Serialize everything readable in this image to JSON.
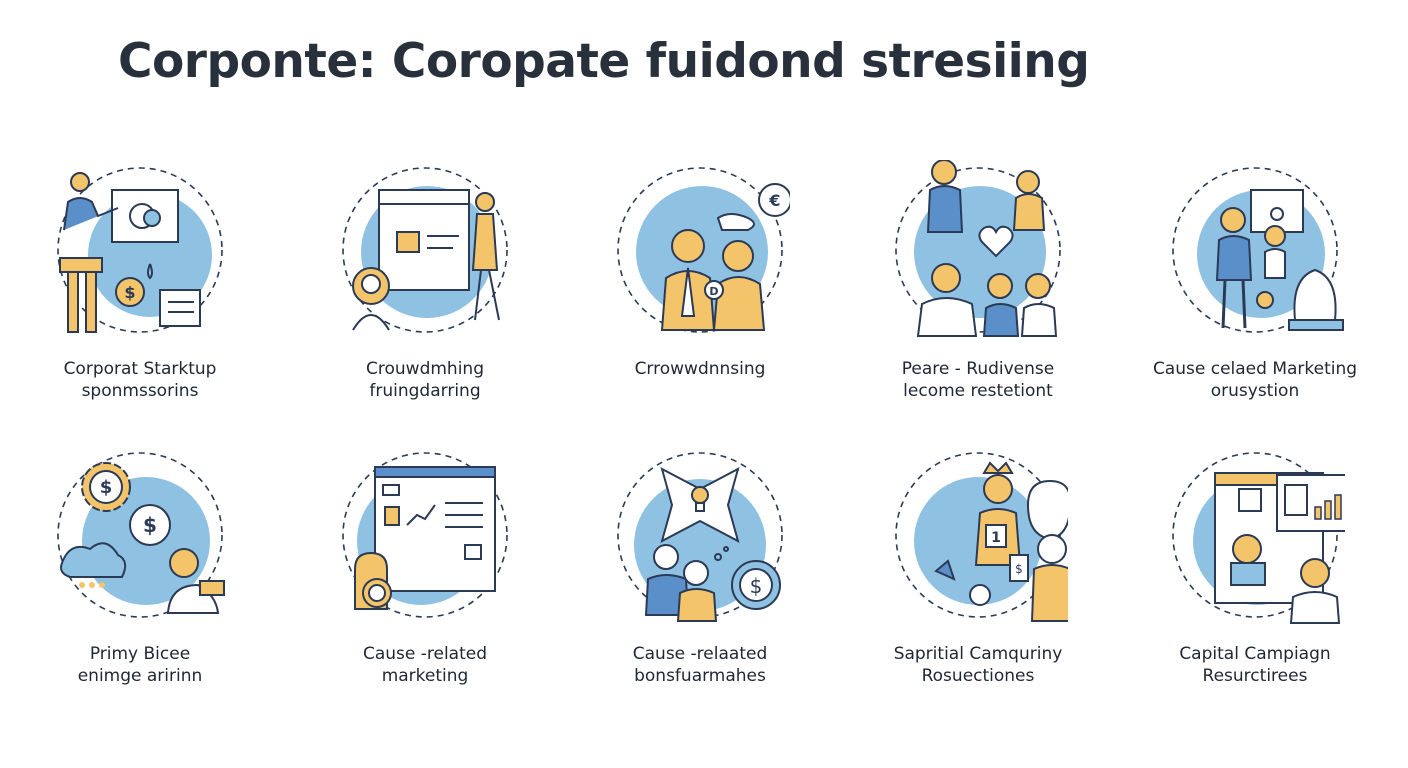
{
  "page": {
    "title": "Corponte: Coropate fuidond stresiing"
  },
  "colors": {
    "accent_blue": "#8fc1e3",
    "accent_yellow": "#f4c46a",
    "outline": "#2b3a55"
  },
  "items": [
    {
      "line1": "Corporat Starktup",
      "line2": "sponmssorins",
      "icon": "presentation-icon"
    },
    {
      "line1": "Crouwdmhing",
      "line2": "fruingdarring",
      "icon": "whiteboard-icon"
    },
    {
      "line1": "Crrowwdnnsing",
      "line2": "",
      "icon": "handshake-icon"
    },
    {
      "line1": "Peare - Rudivense",
      "line2": "lecome restetiont",
      "icon": "heart-team-icon"
    },
    {
      "line1": "Cause celaed Marketing",
      "line2": "orusystion",
      "icon": "money-bag-icon"
    },
    {
      "line1": "Primy Bicee",
      "line2": "enimge aririnn",
      "icon": "gear-dollar-icon"
    },
    {
      "line1": "Cause -related",
      "line2": "marketing",
      "icon": "web-page-icon"
    },
    {
      "line1": "Cause -relaated",
      "line2": "bonsfuarmahes",
      "icon": "lightbulb-icon"
    },
    {
      "line1": "Sapritial Camquriny",
      "line2": "Rosuectiones",
      "icon": "award-people-icon"
    },
    {
      "line1": "Capital Campiagn",
      "line2": "Resurctirees",
      "icon": "dashboard-icon"
    }
  ]
}
